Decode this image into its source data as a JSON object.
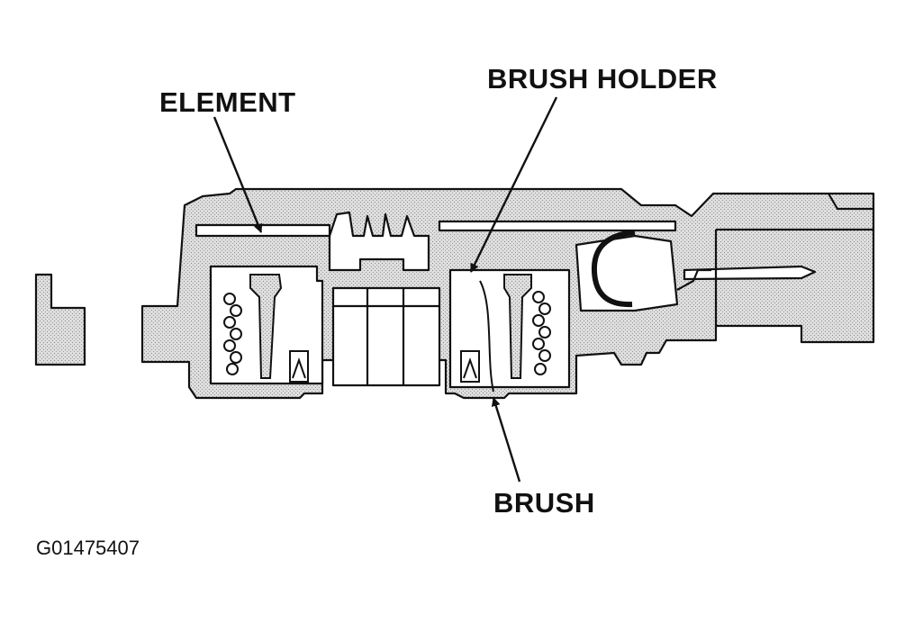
{
  "labels": {
    "element": "ELEMENT",
    "brush_holder": "BRUSH HOLDER",
    "brush": "BRUSH",
    "figure_code": "G01475407"
  },
  "colors": {
    "ink": "#111111",
    "shading": "#d3d3d3",
    "background": "#ffffff"
  }
}
